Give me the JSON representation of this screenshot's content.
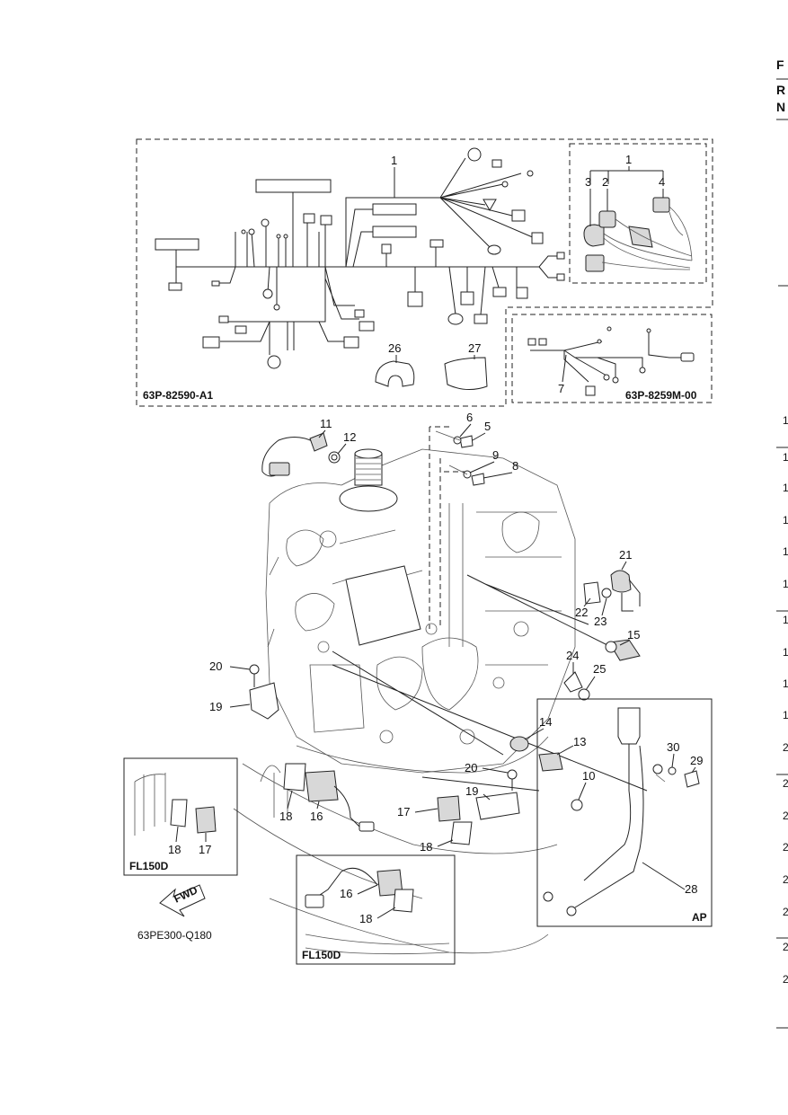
{
  "page_edge": {
    "title_fragment": "F",
    "row_letters": [
      "R",
      "N"
    ],
    "margin_numbers": [
      "1",
      "1",
      "1",
      "1",
      "1",
      "1",
      "1",
      "1",
      "1",
      "1",
      "2",
      "2",
      "2",
      "2",
      "2",
      "2",
      "2",
      "2"
    ]
  },
  "harness_box": {
    "code": "63P-82590-A1"
  },
  "harness_sub_box": {
    "code": "63P-8259M-00"
  },
  "inset_left": {
    "label": "FL150D"
  },
  "inset_center": {
    "label": "FL150D"
  },
  "inset_right": {
    "label": "AP"
  },
  "figure": {
    "code": "63PE300-Q180",
    "fwd_label": "FWD"
  },
  "callouts": {
    "c1": "1",
    "c1b": "1",
    "c2": "2",
    "c3": "3",
    "c4": "4",
    "c5": "5",
    "c6": "6",
    "c7": "7",
    "c8": "8",
    "c9": "9",
    "c10": "10",
    "c11": "11",
    "c12": "12",
    "c13": "13",
    "c14": "14",
    "c15": "15",
    "c16": "16",
    "c16b": "16",
    "c17": "17",
    "c17b": "17",
    "c18": "18",
    "c18b": "18",
    "c18c": "18",
    "c18d": "18",
    "c19": "19",
    "c19b": "19",
    "c20": "20",
    "c20b": "20",
    "c21": "21",
    "c22": "22",
    "c23": "23",
    "c24": "24",
    "c25": "25",
    "c26": "26",
    "c27": "27",
    "c28": "28",
    "c29": "29",
    "c30": "30"
  }
}
